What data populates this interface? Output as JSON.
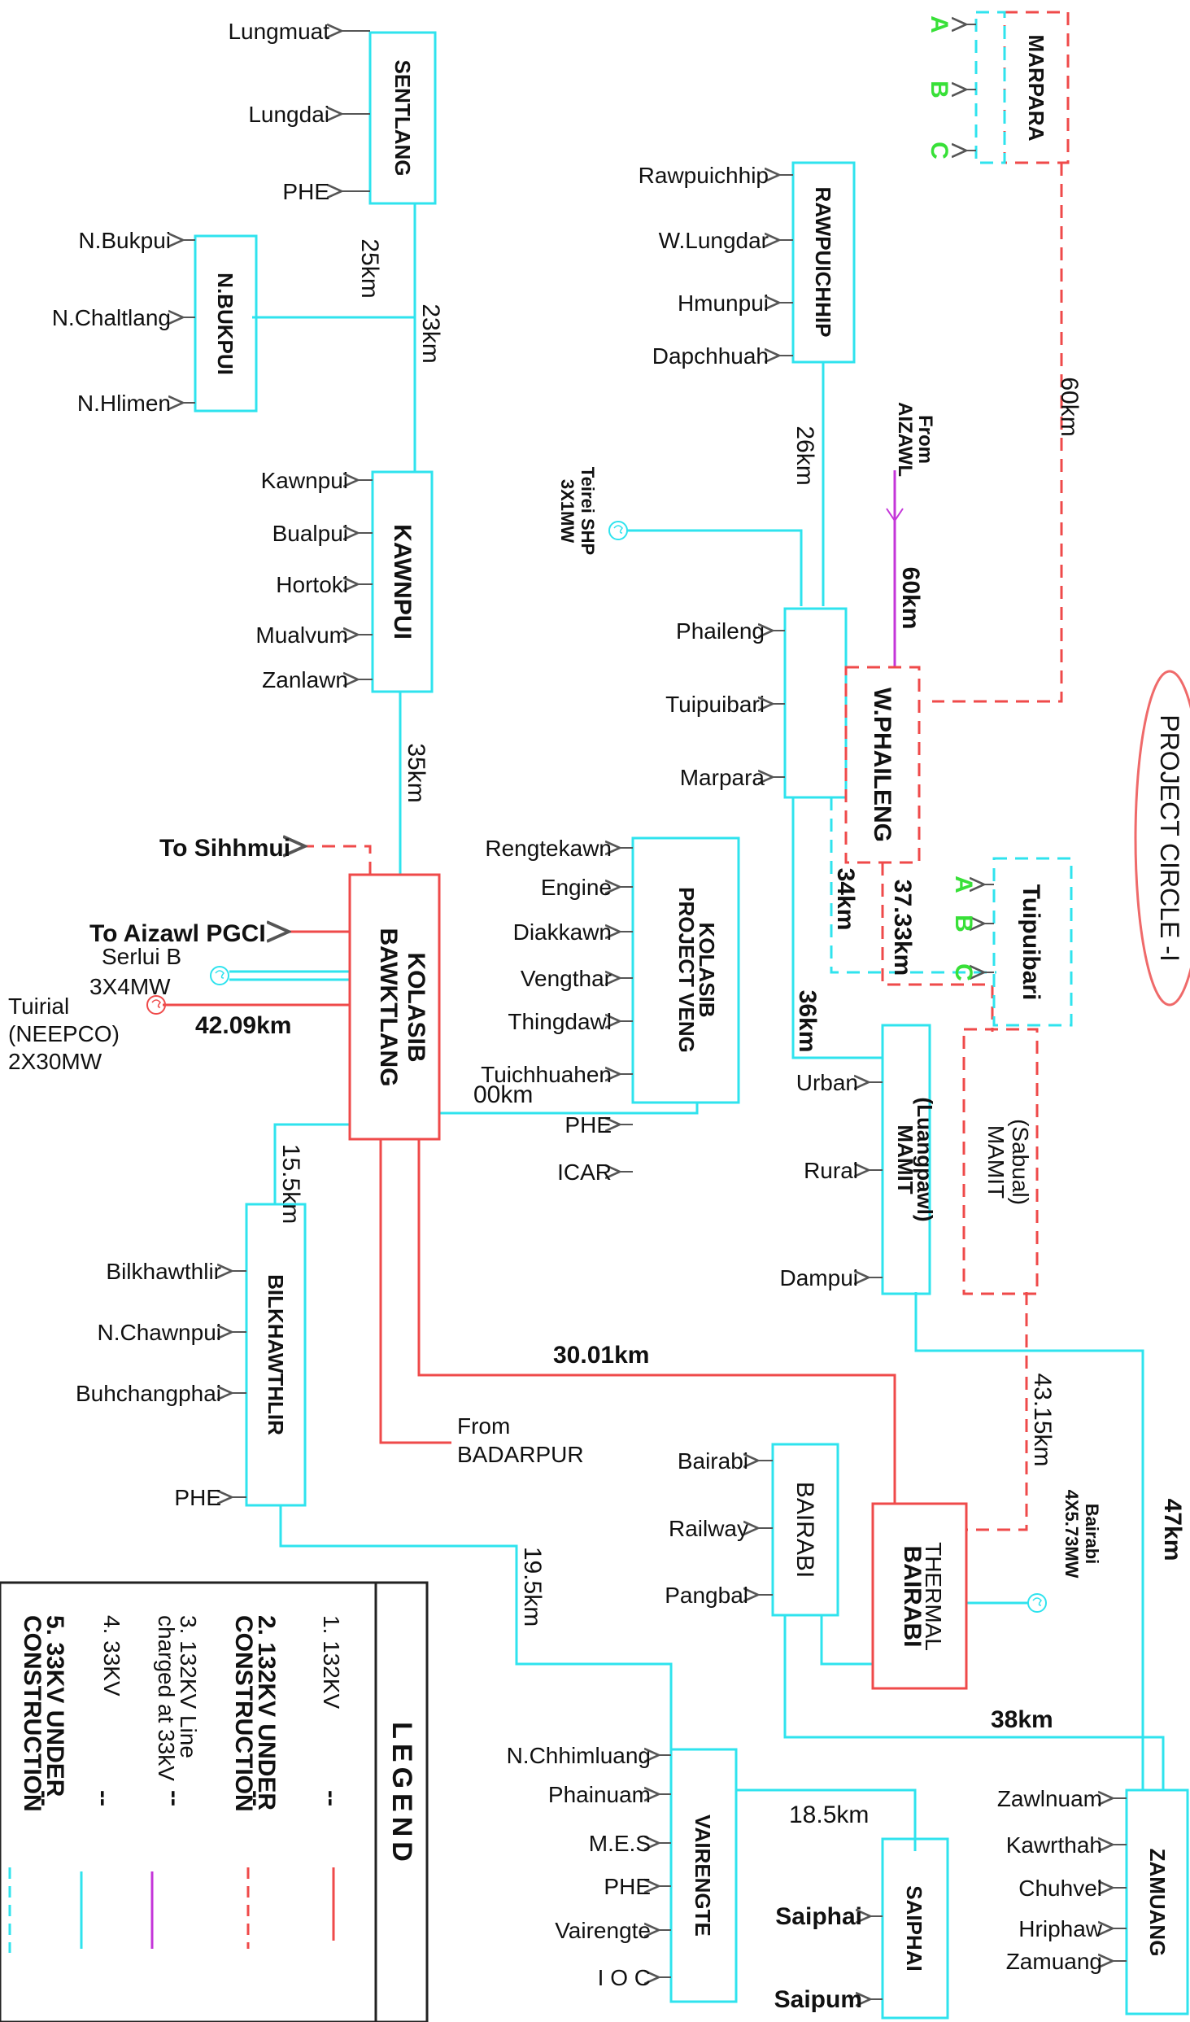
{
  "title": "PROJECT CIRCLE -I",
  "colors": {
    "kv132": "#ef4a4a",
    "kv33": "#2fe3ee",
    "charged": "#c436d9",
    "generation": "#38e038"
  },
  "substations": {
    "sentlang": {
      "name": "SENTLANG",
      "feeders": [
        "Lungmuat",
        "Lungdai",
        "PHE"
      ]
    },
    "nbukpui": {
      "name": "N.BUKPUI",
      "feeders": [
        "N.Bukpui",
        "N.Chaltlang",
        "N.Hlimen"
      ]
    },
    "kawnpui": {
      "name": "KAWNPUI",
      "feeders": [
        "Kawnpui",
        "Bualpui",
        "Hortoki",
        "Mualvum",
        "Zanlawn"
      ]
    },
    "bawktlang": {
      "name1": "BAWKTLANG",
      "name2": "KOLASIB"
    },
    "projectveng": {
      "name1": "PROJECT VENG",
      "name2": "KOLASIB",
      "feeders": [
        "Rengtekawn",
        "Engine",
        "Diakkawn",
        "Vengthar",
        "Thingdawl",
        "Tuichhuahen",
        "PHE",
        "ICAR"
      ]
    },
    "bilkhawthlir": {
      "name": "BILKHAWTHLIR",
      "feeders": [
        "Bilkhawthlir",
        "N.Chawnpui",
        "Buhchangphai",
        "PHE"
      ]
    },
    "vairengte": {
      "name": "VAIRENGTE",
      "feeders": [
        "N.Chhimluang",
        "Phainuam",
        "M.E.S",
        "PHE",
        "Vairengte",
        "I O C"
      ]
    },
    "saiphai": {
      "name": "SAIPHAI",
      "feeders": [
        "Saiphai",
        "Saipum"
      ]
    },
    "rawpuichhip": {
      "name": "RAWPUICHHIP",
      "feeders": [
        "Rawpuichhip",
        "W.Lungdar",
        "Hmunpui",
        "Dapchhuah"
      ]
    },
    "marpara": {
      "name": "MARPARA",
      "feeders": [
        "A",
        "B",
        "C"
      ]
    },
    "phaileng": {
      "feeders": [
        "Phaileng",
        "Tuipuibari",
        "Marpara"
      ]
    },
    "wphaileng": {
      "name": "W.PHAILENG"
    },
    "tuipuibari": {
      "name": "Tuipuibari",
      "feeders": [
        "A",
        "B",
        "C"
      ]
    },
    "mamit_l": {
      "name1": "MAMIT",
      "name2": "(Luangpawl)",
      "feeders": [
        "Urban",
        "Rural",
        "Dampui"
      ]
    },
    "mamit_s": {
      "name1": "MAMIT",
      "name2": "(Sabual)"
    },
    "bairabi": {
      "name": "BAIRABI",
      "feeders": [
        "Bairabi",
        "Railway",
        "Pangbal"
      ]
    },
    "bairabi_thermal": {
      "name1": "BAIRABI",
      "name2": "THERMAL"
    },
    "zamuang": {
      "name": "ZAMUANG",
      "feeders": [
        "Zawlnuam",
        "Kawrthah",
        "Chuhvel",
        "Hriphaw",
        "Zamuang"
      ]
    }
  },
  "external": {
    "sihhmui": "To Sihhmui",
    "aizawl_pgci": "To Aizawl PGCI",
    "serlui1": "Serlui B",
    "serlui2": "3X4MW",
    "tuirial1": "Tuirial",
    "tuirial2": "(NEEPCO)",
    "tuirial3": "2X30MW",
    "badarpur1": "From",
    "badarpur2": "BADARPUR",
    "teirei1": "Teirei SHP",
    "teirei2": "3X1MW",
    "aizawl1": "From",
    "aizawl2": "AIZAWL",
    "bairabi_hep1": "Bairabi",
    "bairabi_hep2": "4X5.73MW"
  },
  "distances": {
    "d25": "25km",
    "d23": "23km",
    "d35": "35km",
    "d4209": "42.09km",
    "d00": "00km",
    "d155": "15.5km",
    "d3001": "30.01km",
    "d195": "19.5km",
    "d185": "18.5km",
    "d26": "26km",
    "d60a": "60km",
    "d60b": "60km",
    "d34": "34km",
    "d3733": "37.33km",
    "d36": "36km",
    "d4315": "43.15km",
    "d47": "47km",
    "d38": "38km"
  },
  "legend": {
    "title": "LEGEND",
    "items": [
      {
        "label1": "1. 132KV",
        "label2": "",
        "dash": "--",
        "color": "#ef4a4a",
        "style": "solid"
      },
      {
        "label1": "2. 132KV UNDER",
        "label2": "CONSTRUCTION",
        "dash": "--",
        "color": "#ef4a4a",
        "style": "dashed"
      },
      {
        "label1": "3. 132KV Line",
        "label2": "charged at 33kV",
        "dash": "--",
        "color": "#c436d9",
        "style": "solid"
      },
      {
        "label1": "4. 33KV",
        "label2": "",
        "dash": "--",
        "color": "#2fe3ee",
        "style": "solid"
      },
      {
        "label1": "5. 33KV UNDER",
        "label2": "CONSTRUCTION",
        "dash": "--",
        "color": "#2fe3ee",
        "style": "dashed"
      }
    ]
  }
}
